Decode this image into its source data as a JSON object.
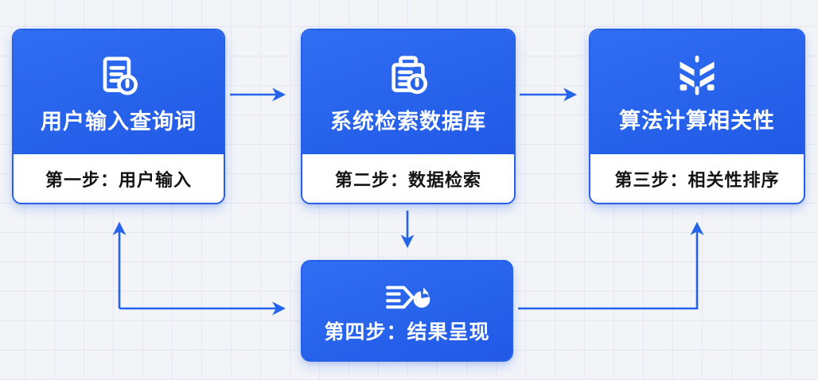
{
  "diagram": {
    "accent_color": "#2563eb",
    "background_color": "#f2f4f8",
    "grid_color": "#e4e8f0",
    "steps": [
      {
        "title": "用户输入查询词",
        "caption": "第一步：用户输入",
        "icon": "document-status-icon"
      },
      {
        "title": "系统检索数据库",
        "caption": "第二步：数据检索",
        "icon": "archive-status-icon"
      },
      {
        "title": "算法计算相关性",
        "caption": "第三步：相关性排序",
        "icon": "ranking-chevrons-icon"
      },
      {
        "title": "第四步：结果呈现",
        "icon": "results-output-icon"
      }
    ],
    "connections": [
      {
        "from": "step-1",
        "to": "step-2",
        "style": "straight-right"
      },
      {
        "from": "step-2",
        "to": "step-3",
        "style": "straight-right"
      },
      {
        "from": "step-2",
        "to": "step-4",
        "style": "straight-down"
      },
      {
        "from": "step-4",
        "to": "step-3",
        "style": "elbow-right-up"
      },
      {
        "from": "step-4",
        "to": "step-1",
        "style": "elbow-left-up"
      }
    ]
  }
}
